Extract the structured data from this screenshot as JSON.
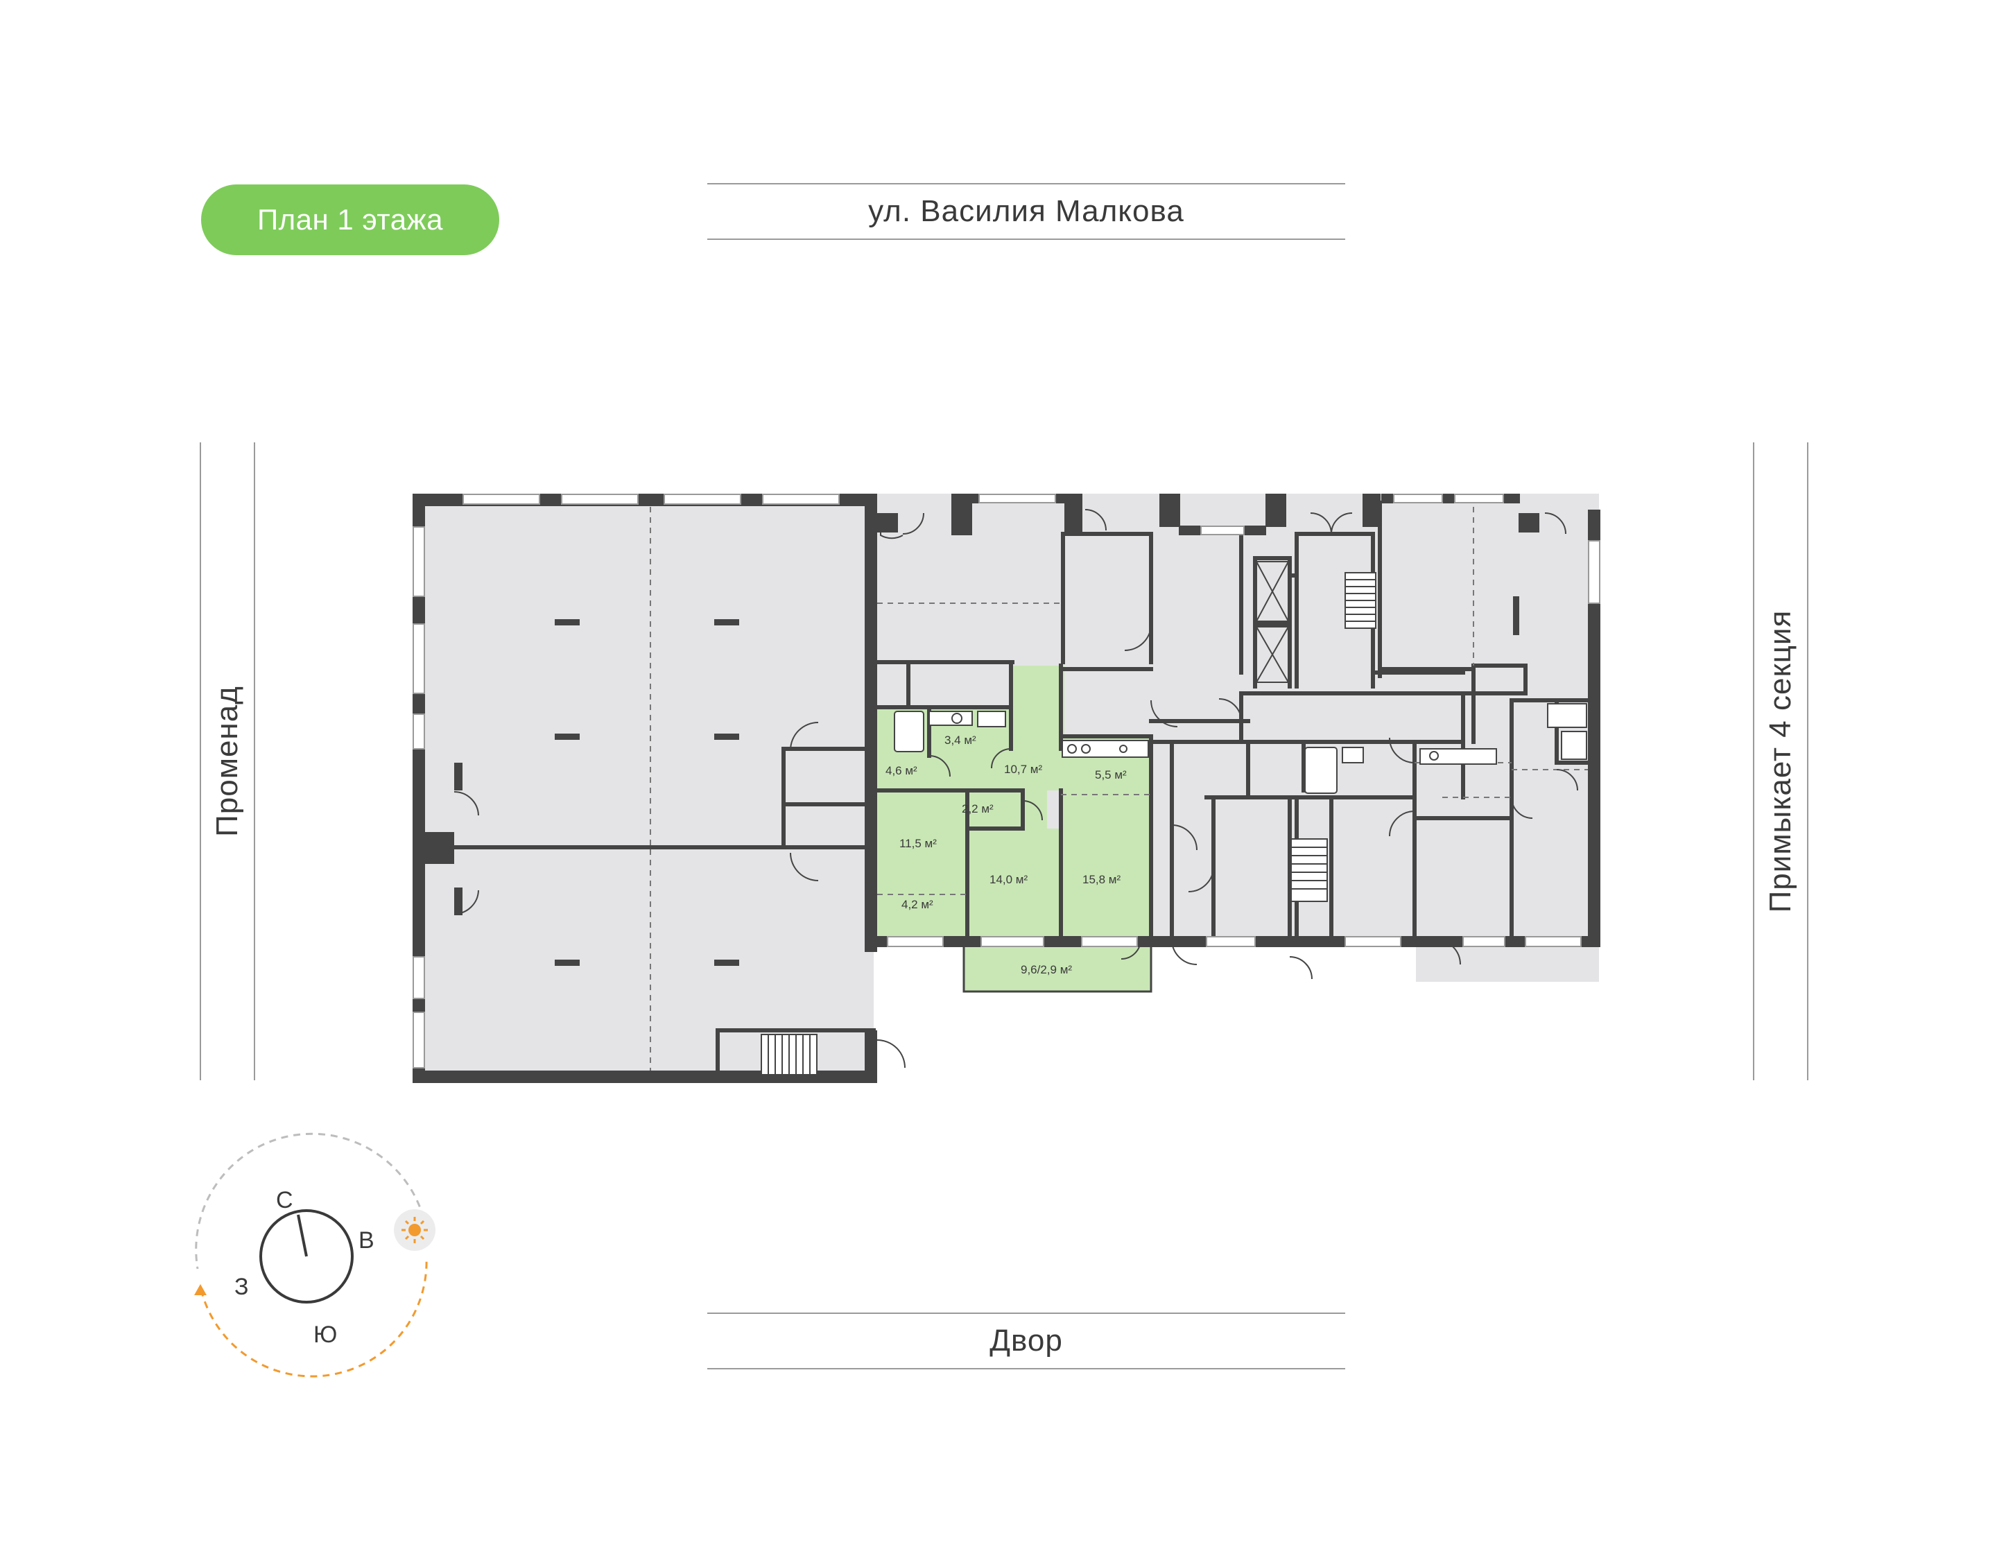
{
  "plan_badge": "План 1 этажа",
  "streets": {
    "top": "ул. Василия Малкова",
    "bottom": "Двор",
    "left": "Променад",
    "right": "Примыкает 4 секция"
  },
  "apartment": {
    "highlight_color": "#c9e7b5",
    "rooms": [
      {
        "id": "wc",
        "area": "3,4 м²"
      },
      {
        "id": "bath",
        "area": "4,6 м²"
      },
      {
        "id": "hall",
        "area": "10,7 м²"
      },
      {
        "id": "kitchen",
        "area": "5,5 м²"
      },
      {
        "id": "closet",
        "area": "2,2 м²"
      },
      {
        "id": "room1",
        "area": "11,5 м²"
      },
      {
        "id": "room1b",
        "area": "4,2 м²"
      },
      {
        "id": "room2",
        "area": "14,0 м²"
      },
      {
        "id": "room3",
        "area": "15,8 м²"
      },
      {
        "id": "terrace",
        "area": "9,6/2,9 м²"
      }
    ]
  },
  "compass": {
    "north": "С",
    "east": "В",
    "south": "Ю",
    "west": "З",
    "sun_icon": "sun-icon",
    "sun_path_color": "#f29a2e"
  },
  "colors": {
    "wall": "#444444",
    "floor": "#e4e4e6",
    "accent": "#7ecb5a"
  }
}
